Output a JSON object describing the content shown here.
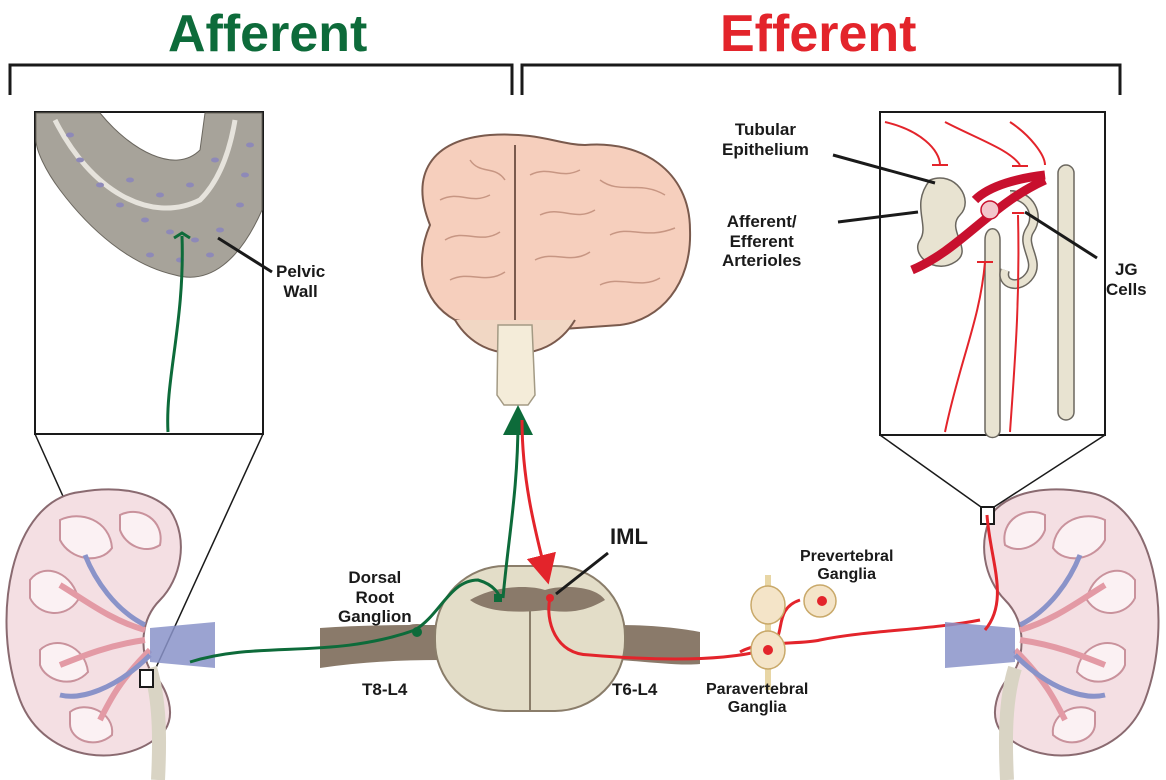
{
  "headings": {
    "afferent": "Afferent",
    "efferent": "Efferent"
  },
  "colors": {
    "afferent": "#0d6b3a",
    "efferent": "#e3242b",
    "black": "#1a1a1a"
  },
  "labels": {
    "pelvic_wall": [
      "Pelvic",
      "Wall"
    ],
    "tubular_epithelium": [
      "Tubular",
      "Epithelium"
    ],
    "arterioles": [
      "Afferent/",
      "Efferent",
      "Arterioles"
    ],
    "jg_cells": [
      "JG",
      "Cells"
    ],
    "iml": "IML",
    "dorsal_root_ganglion": [
      "Dorsal",
      "Root",
      "Ganglion"
    ],
    "prevertebral_ganglia": [
      "Prevertebral",
      "Ganglia"
    ],
    "paravertebral_ganglia": [
      "Paravertebral",
      "Ganglia"
    ],
    "t8_l4": "T8-L4",
    "t6_l4": "T6-L4"
  }
}
